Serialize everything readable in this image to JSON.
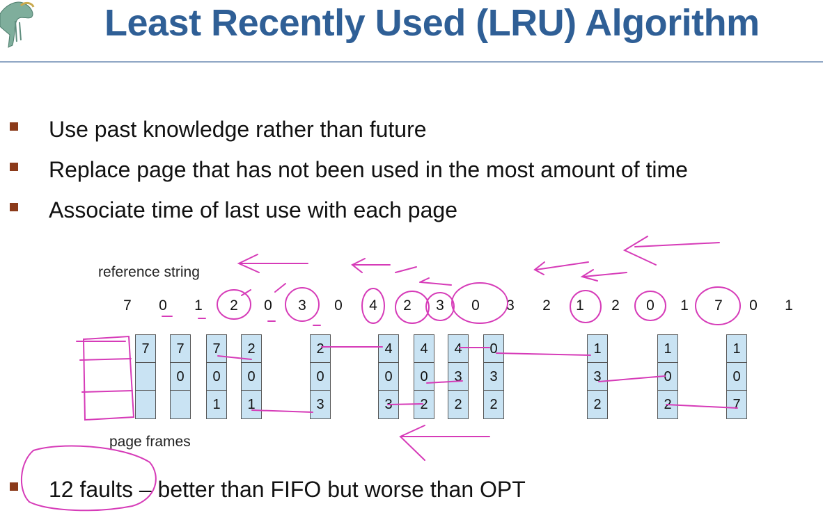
{
  "slide": {
    "title": "Least Recently Used (LRU) Algorithm",
    "bullets": [
      "Use past knowledge rather than future",
      "Replace page that has not been used in the most amount of time",
      "Associate time of last use with each page"
    ],
    "bottom_bullet": "12 faults – better than FIFO but worse than OPT"
  },
  "diagram": {
    "reference_label": "reference string",
    "frames_label": "page frames",
    "reference_string": [
      "7",
      "0",
      "1",
      "2",
      "0",
      "3",
      "0",
      "4",
      "2",
      "3",
      "0",
      "3",
      "2",
      "1",
      "2",
      "0",
      "1",
      "7",
      "0",
      "1"
    ],
    "frames": [
      {
        "cells": [
          "7",
          "",
          ""
        ]
      },
      {
        "cells": [
          "7",
          "0",
          ""
        ]
      },
      {
        "cells": [
          "7",
          "0",
          "1"
        ]
      },
      {
        "cells": [
          "2",
          "0",
          "1"
        ]
      },
      {
        "cells": [
          "2",
          "0",
          "3"
        ]
      },
      {
        "cells": [
          "4",
          "0",
          "3"
        ]
      },
      {
        "cells": [
          "4",
          "0",
          "2"
        ]
      },
      {
        "cells": [
          "4",
          "3",
          "2"
        ]
      },
      {
        "cells": [
          "0",
          "3",
          "2"
        ]
      },
      {
        "cells": [
          "1",
          "3",
          "2"
        ]
      },
      {
        "cells": [
          "1",
          "0",
          "2"
        ]
      },
      {
        "cells": [
          "1",
          "0",
          "7"
        ]
      }
    ]
  },
  "colors": {
    "title": "#2f5f96",
    "bullet_marker": "#8b3a1a",
    "frame_fill": "#c9e3f3",
    "annotation_ink": "#d63bb8"
  }
}
